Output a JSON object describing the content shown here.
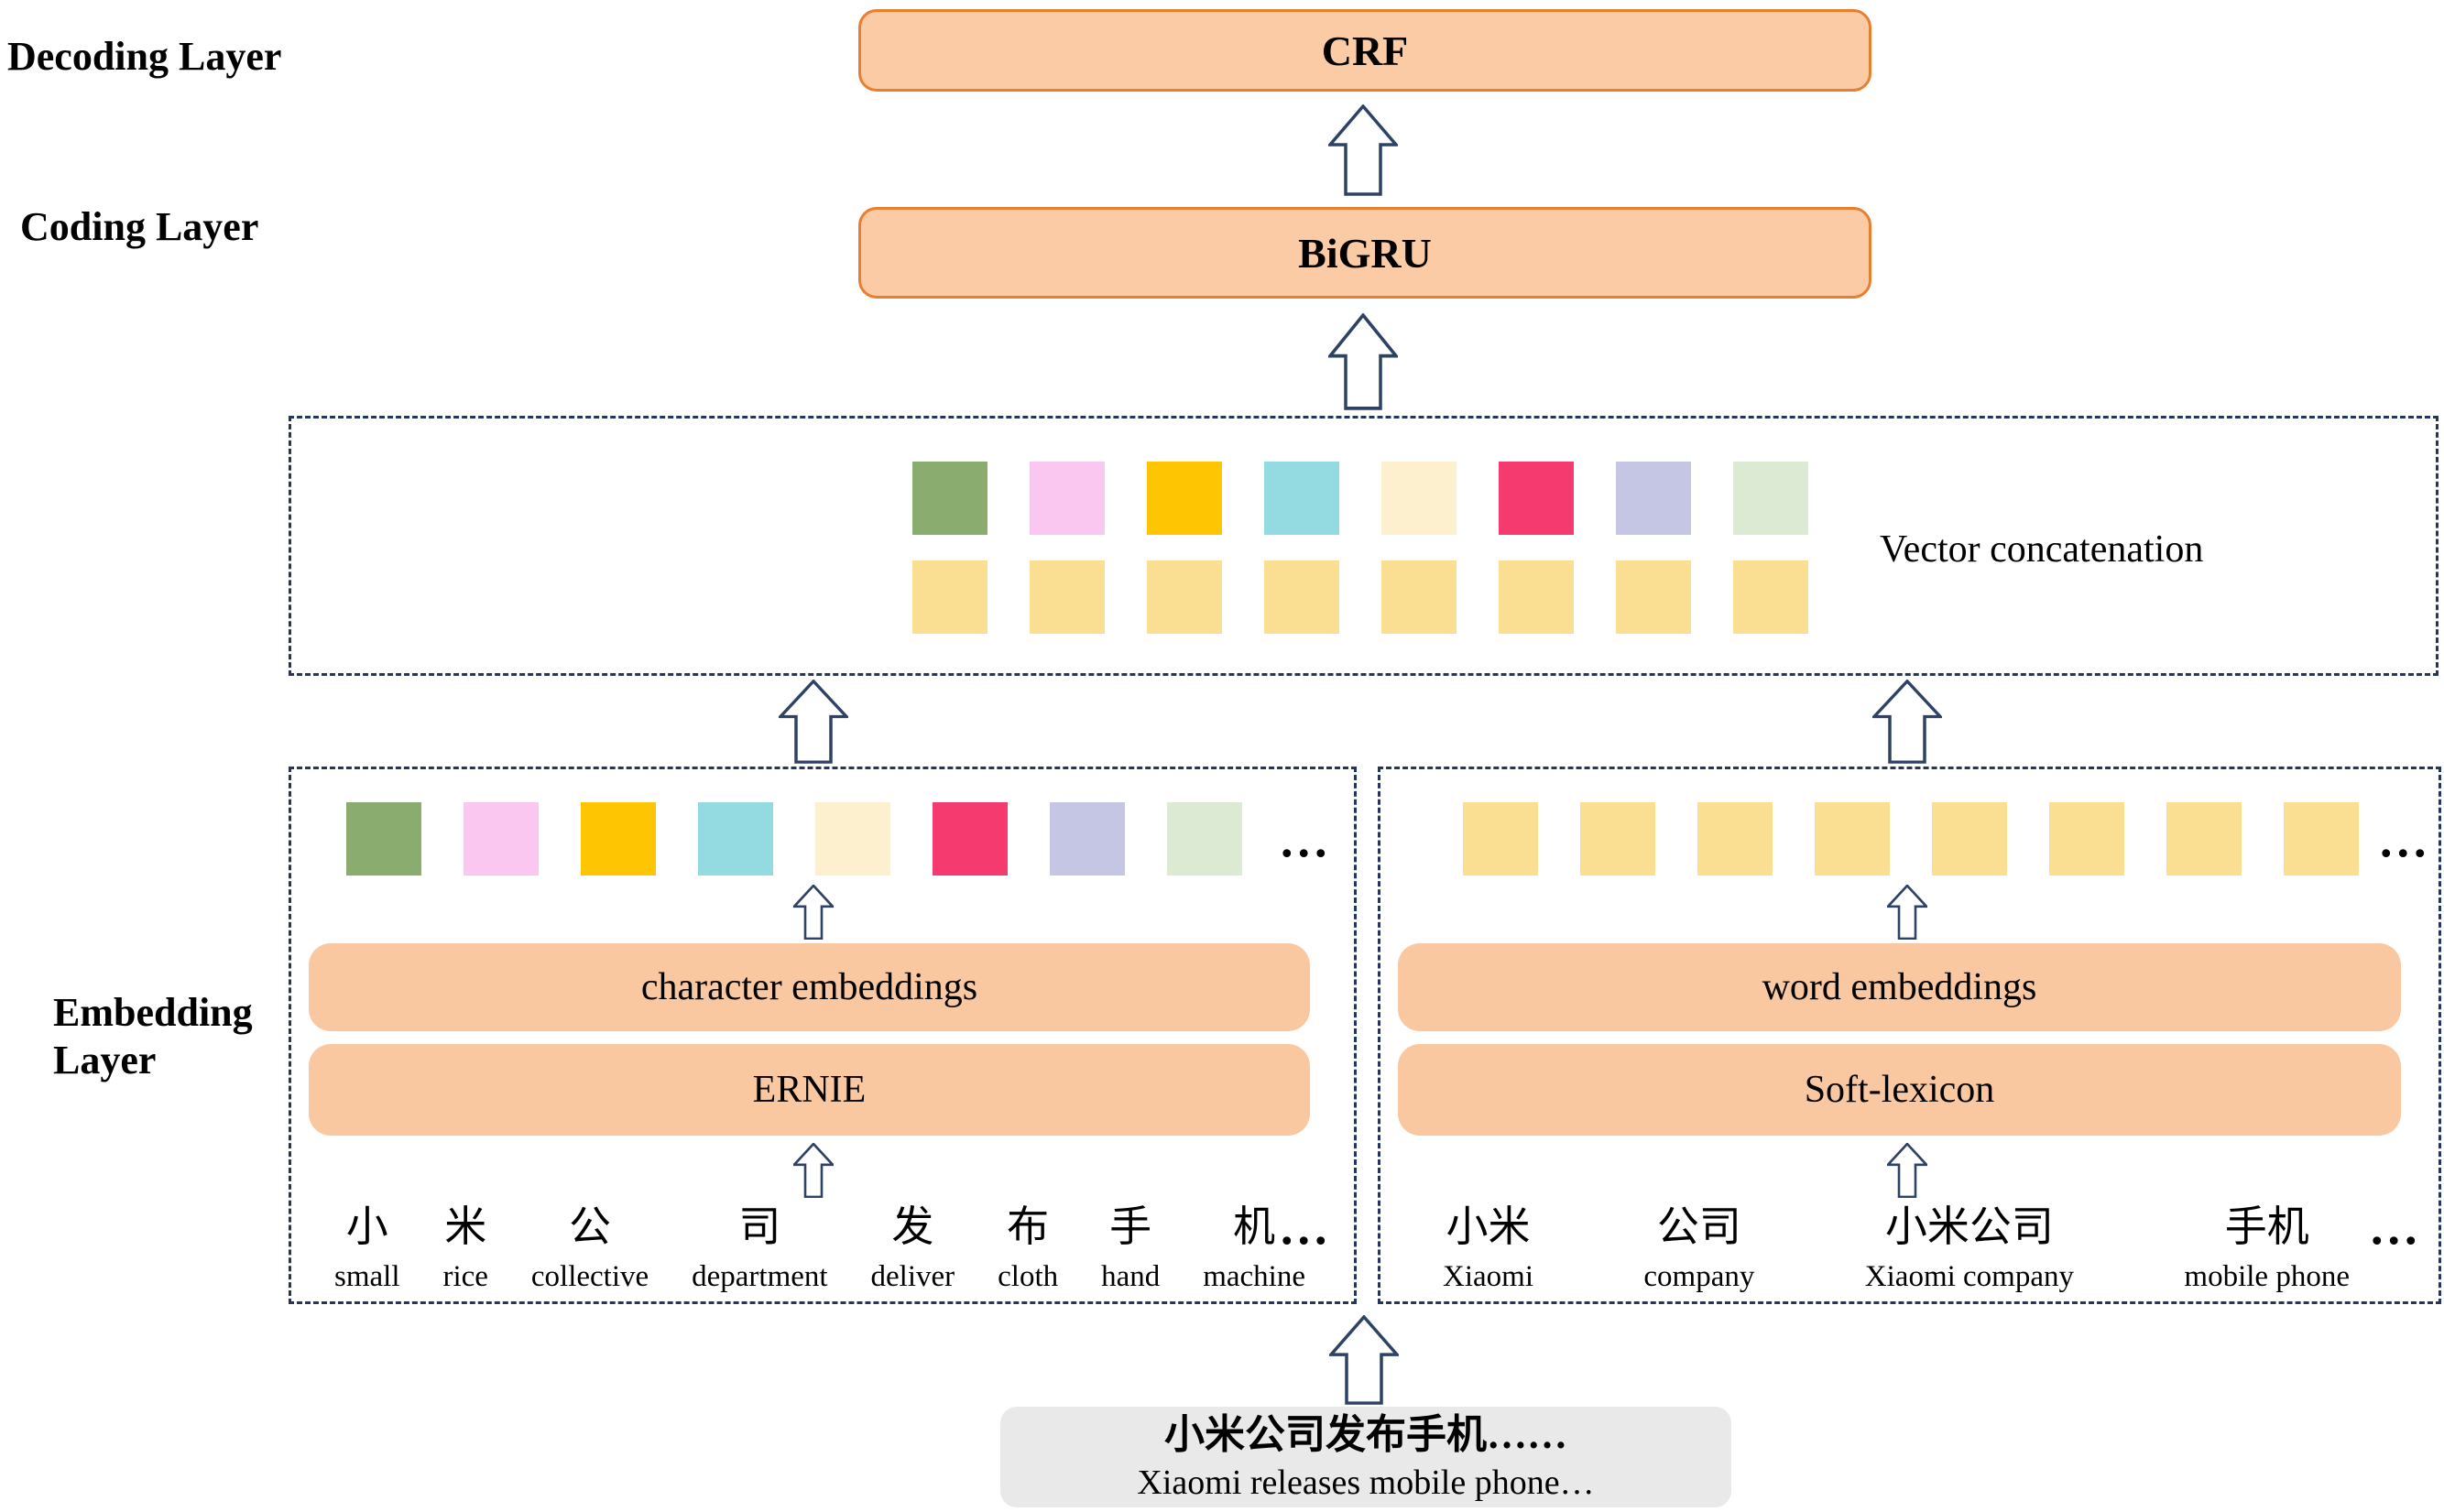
{
  "labels": {
    "decoding": "Decoding Layer",
    "coding": "Coding Layer",
    "embedding_line1": "Embedding",
    "embedding_line2": "Layer"
  },
  "boxes": {
    "crf": "CRF",
    "bigru": "BiGRU",
    "char_embeddings": "character embeddings",
    "ernie": "ERNIE",
    "word_embeddings": "word embeddings",
    "soft_lexicon": "Soft-lexicon"
  },
  "concat": {
    "label": "Vector concatenation",
    "top_row_colors": [
      "#8BAC6F",
      "#FAC7F0",
      "#FEC502",
      "#93DAE1",
      "#FDF0CE",
      "#F43A6F",
      "#C4C6E4",
      "#DDEAD3"
    ],
    "bottom_row_color": "#FADE91",
    "bottom_row_count": 8
  },
  "left_panel": {
    "square_colors": [
      "#8BAC6F",
      "#FAC7F0",
      "#FEC502",
      "#93DAE1",
      "#FDF0CE",
      "#F43A6F",
      "#C4C6E4",
      "#DDEAD3"
    ],
    "ellipsis": "...",
    "tokens": [
      {
        "zh": "小",
        "en": "small"
      },
      {
        "zh": "米",
        "en": "rice"
      },
      {
        "zh": "公",
        "en": "collective"
      },
      {
        "zh": "司",
        "en": "department"
      },
      {
        "zh": "发",
        "en": "deliver"
      },
      {
        "zh": "布",
        "en": "cloth"
      },
      {
        "zh": "手",
        "en": "hand"
      },
      {
        "zh": "机",
        "en": "machine"
      }
    ],
    "token_ellipsis": "..."
  },
  "right_panel": {
    "square_color": "#FADE91",
    "square_count": 8,
    "ellipsis": "...",
    "tokens": [
      {
        "zh": "小米",
        "en": "Xiaomi"
      },
      {
        "zh": "公司",
        "en": "company"
      },
      {
        "zh": "小米公司",
        "en": "Xiaomi company"
      },
      {
        "zh": "手机",
        "en": "mobile phone"
      }
    ],
    "token_ellipsis": "..."
  },
  "input": {
    "zh": "小米公司发布手机……",
    "en": "Xiaomi releases mobile phone…"
  },
  "colors": {
    "layer_box_fill": "#FBCBA5",
    "layer_box_border": "#E87E2F",
    "inner_box_fill": "#F9C8A1",
    "dashed_border": "#26355B",
    "arrow_outline": "#2E4265",
    "input_box_fill": "#E9E9E9"
  }
}
